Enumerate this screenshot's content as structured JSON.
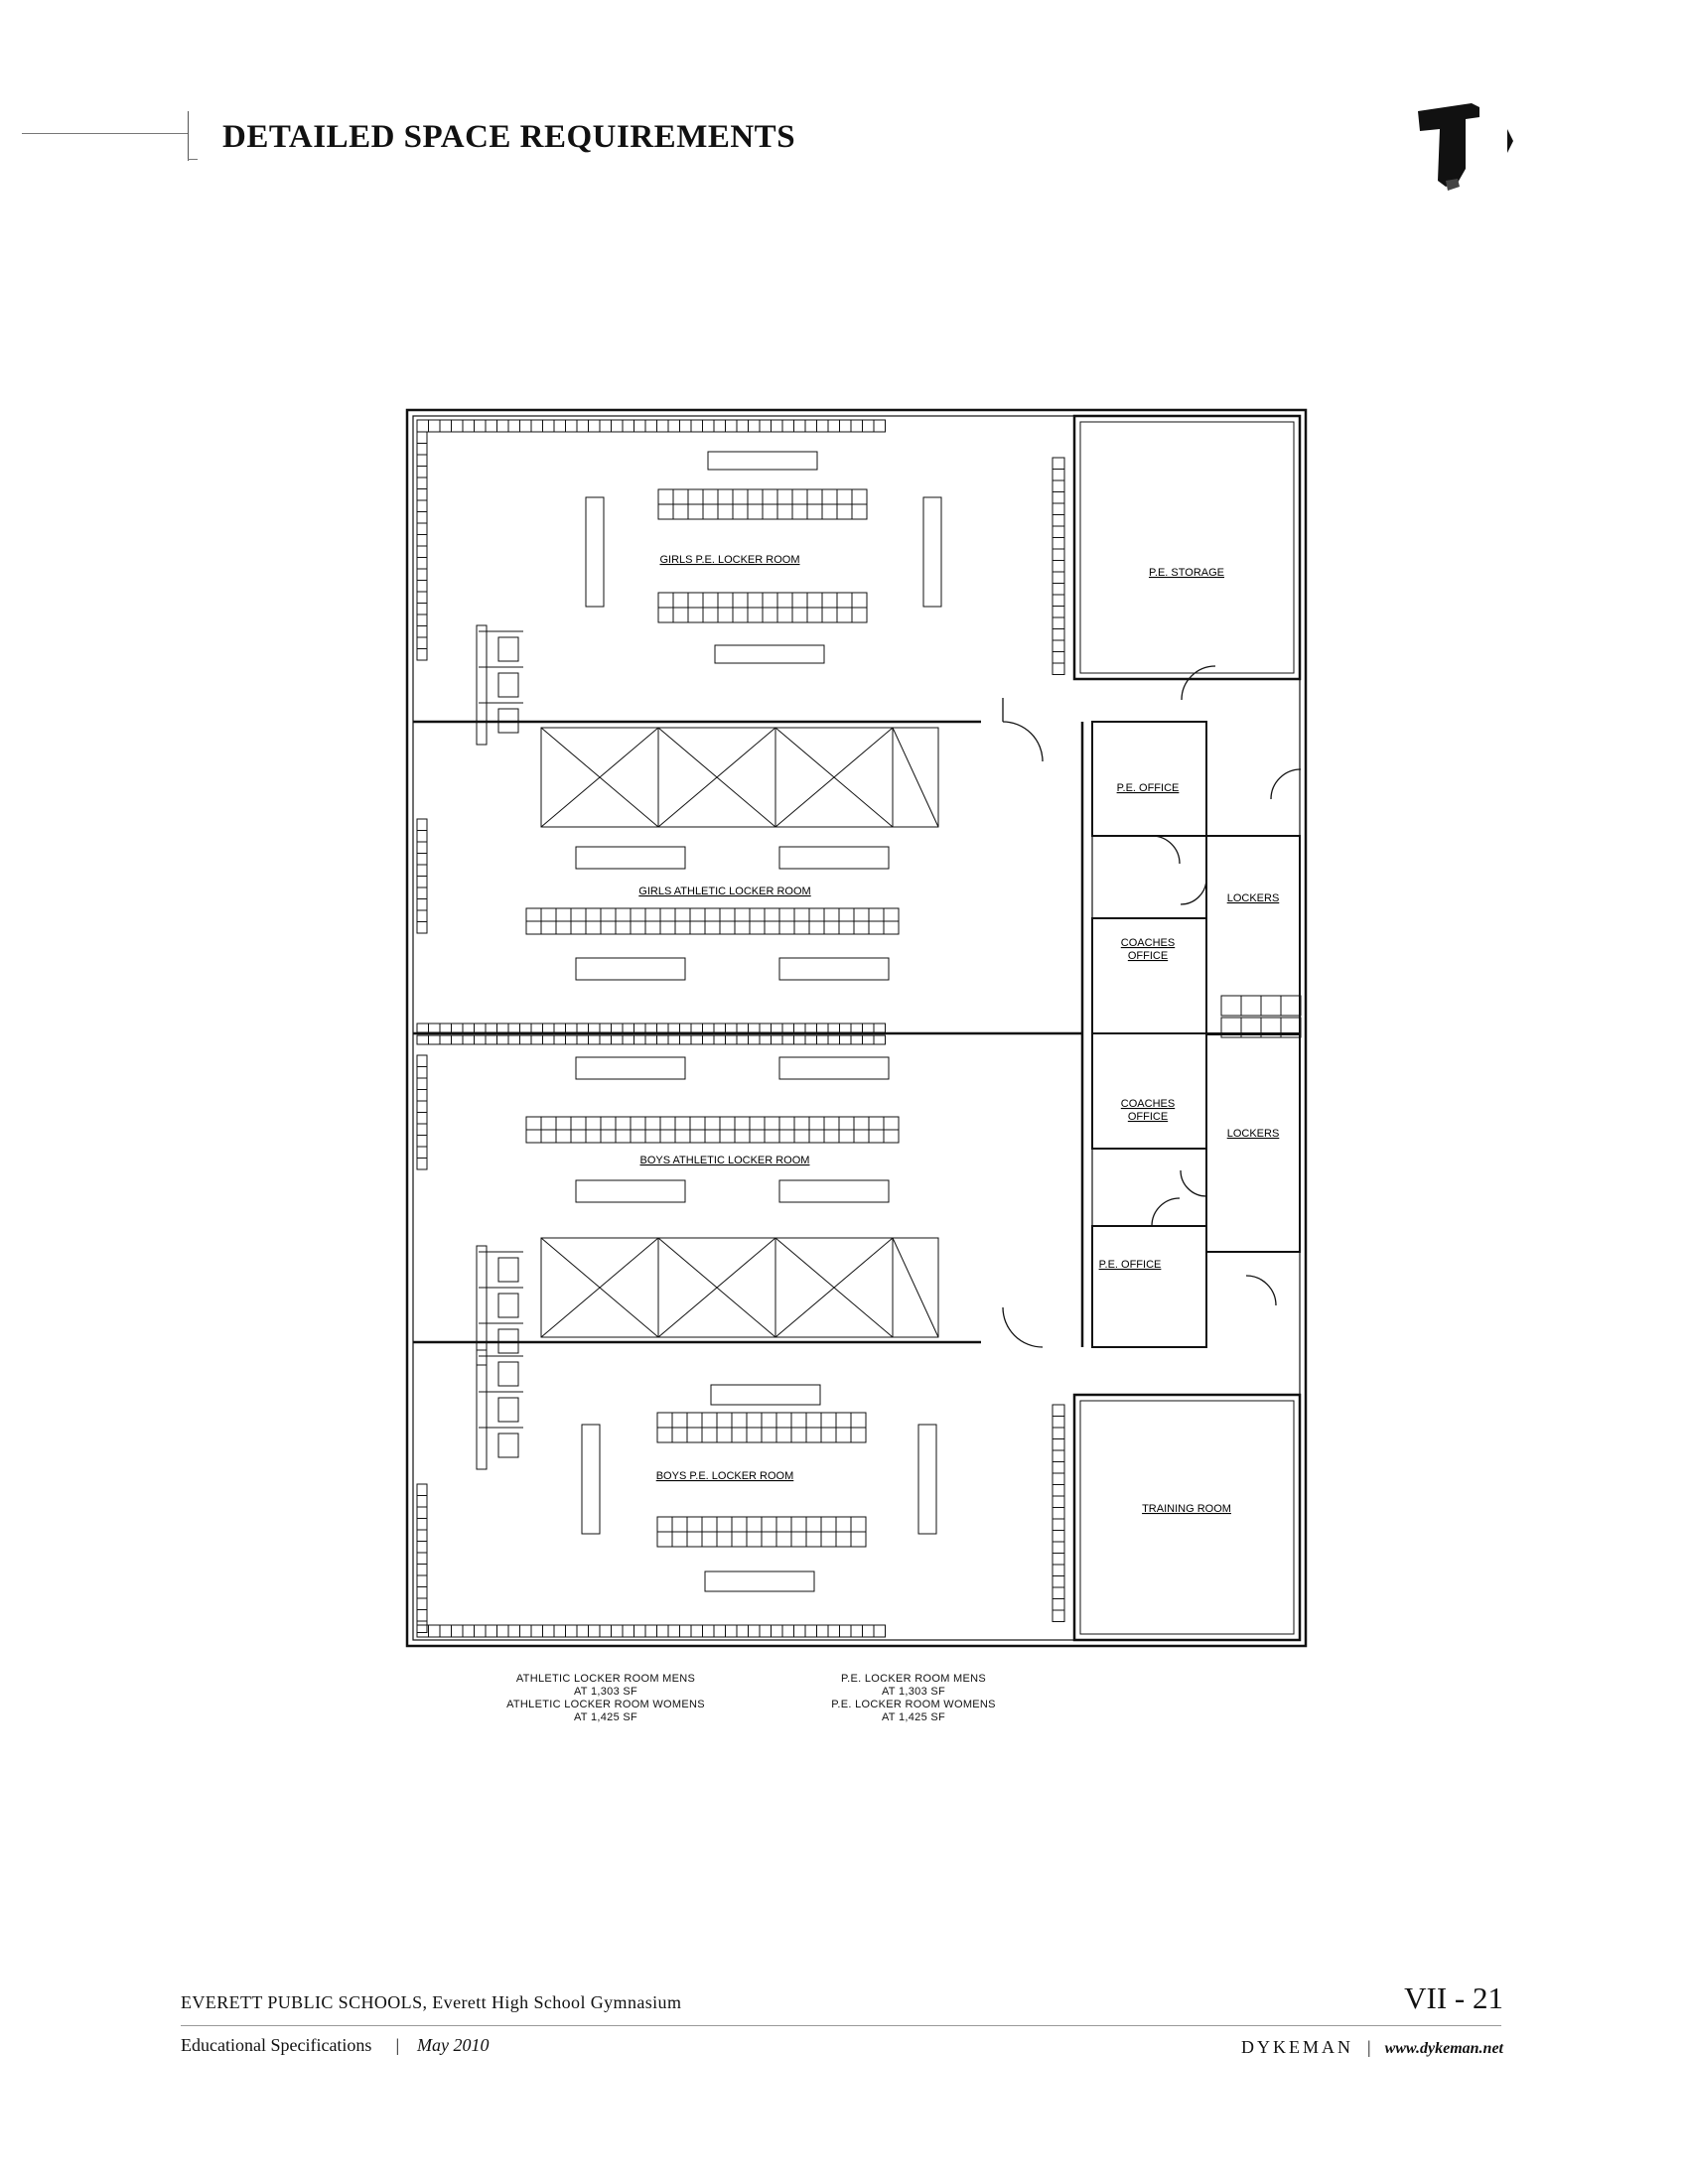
{
  "header": {
    "title": "DETAILED SPACE REQUIREMENTS"
  },
  "plan": {
    "rooms": {
      "girls_pe_locker": "GIRLS P.E. LOCKER ROOM",
      "pe_storage": "P.E. STORAGE",
      "pe_office_top": "P.E. OFFICE",
      "girls_athletic_locker": "GIRLS ATHLETIC LOCKER ROOM",
      "lockers_top": "LOCKERS",
      "coaches_office_top_1": "COACHES",
      "coaches_office_top_2": "OFFICE",
      "coaches_office_bottom_1": "COACHES",
      "coaches_office_bottom_2": "OFFICE",
      "lockers_bottom": "LOCKERS",
      "boys_athletic_locker": "BOYS ATHLETIC LOCKER ROOM",
      "pe_office_bottom": "P.E. OFFICE",
      "boys_pe_locker": "BOYS P.E. LOCKER ROOM",
      "training_room": "TRAINING ROOM"
    },
    "area_notes": {
      "athletic_mens": "ATHLETIC LOCKER ROOM MENS",
      "athletic_mens_area": "AT 1,303 SF",
      "athletic_womens": "ATHLETIC LOCKER ROOM WOMENS",
      "athletic_womens_area": "AT 1,425 SF",
      "pe_mens": "P.E. LOCKER ROOM MENS",
      "pe_mens_area": "AT 1,303 SF",
      "pe_womens": "P.E. LOCKER ROOM WOMENS",
      "pe_womens_area": "AT 1,425 SF"
    }
  },
  "footer": {
    "school": "EVERETT PUBLIC SCHOOLS, Everett High School Gymnasium",
    "page_number": "VII - 21",
    "spec": "Educational Specifications",
    "separator": "|",
    "date": "May 2010",
    "firm": "DYKEMAN",
    "url": "www.dykeman.net"
  }
}
